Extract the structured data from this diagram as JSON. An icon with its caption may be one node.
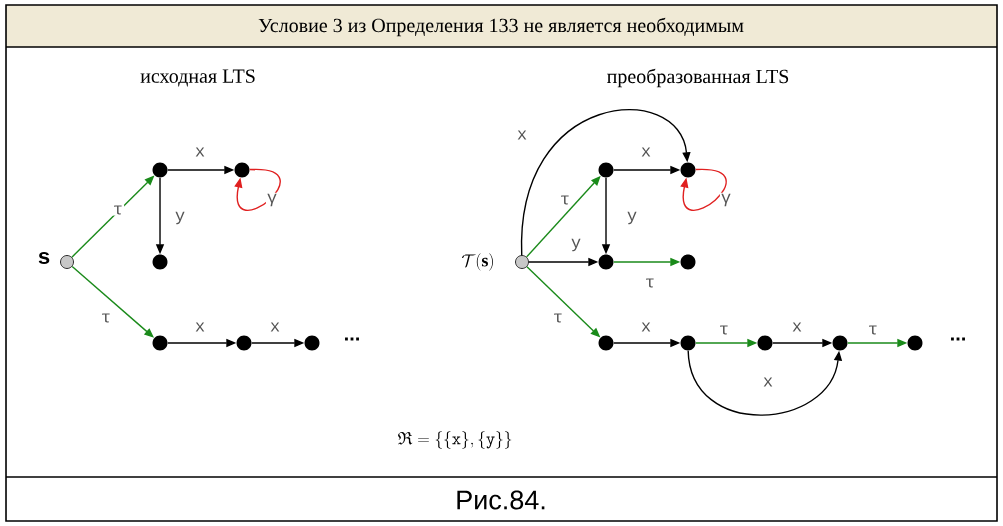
{
  "diagram": {
    "title": "Условие 3 из Определения 133 не является необходимым",
    "caption": "Рис.84.",
    "nodes": [
      {
        "text": [],
        "shape": "circle",
        "beside": [
          "s"
        ]
      },
      {
        "text": [],
        "shape": "circle"
      },
      {
        "text": [],
        "shape": "circle"
      },
      {
        "text": [],
        "shape": "circle"
      },
      {
        "text": [],
        "shape": "circle"
      },
      {
        "text": [],
        "shape": "circle"
      },
      {
        "text": [],
        "shape": "circle"
      },
      {
        "text": [],
        "shape": "circle",
        "beside": [
          "\\mathcal{T}(\\mathtt{\\mathbf{s}})"
        ]
      },
      {
        "text": [],
        "shape": "circle"
      },
      {
        "text": [],
        "shape": "circle"
      },
      {
        "text": [],
        "shape": "circle"
      },
      {
        "text": [],
        "shape": "circle"
      },
      {
        "text": [],
        "shape": "circle"
      },
      {
        "text": [],
        "shape": "circle"
      },
      {
        "text": [],
        "shape": "circle"
      },
      {
        "text": [],
        "shape": "circle"
      },
      {
        "text": [],
        "shape": "circle"
      }
    ],
    "edges": [
      {
        "from": 0,
        "to": 1,
        "arrow": "to",
        "label": "τ",
        "color": "#1a8a1a"
      },
      {
        "from": 1,
        "to": 2,
        "arrow": "to",
        "label": "x"
      },
      {
        "from": 1,
        "to": 3,
        "arrow": "to",
        "label": "y"
      },
      {
        "from": 2,
        "to": 2,
        "arrow": "to",
        "label": "γ",
        "color": "#e02020"
      },
      {
        "from": 0,
        "to": 4,
        "arrow": "to",
        "label": "τ",
        "color": "#1a8a1a"
      },
      {
        "from": 4,
        "to": 5,
        "arrow": "to",
        "label": "x"
      },
      {
        "from": 5,
        "to": 6,
        "arrow": "to",
        "label": "x"
      },
      {
        "from": 7,
        "to": 9,
        "arrow": "to",
        "label": "x"
      },
      {
        "from": 7,
        "to": 8,
        "arrow": "to",
        "label": "τ",
        "color": "#1a8a1a"
      },
      {
        "from": 8,
        "to": 9,
        "arrow": "to",
        "label": "x"
      },
      {
        "from": 8,
        "to": 10,
        "arrow": "to",
        "label": "y"
      },
      {
        "from": 9,
        "to": 9,
        "arrow": "to",
        "label": "γ",
        "color": "#e02020"
      },
      {
        "from": 7,
        "to": 10,
        "arrow": "to",
        "label": "y"
      },
      {
        "from": 10,
        "to": 11,
        "arrow": "to",
        "label": "τ",
        "color": "#1a8a1a"
      },
      {
        "from": 7,
        "to": 12,
        "arrow": "to",
        "label": "τ",
        "color": "#1a8a1a"
      },
      {
        "from": 12,
        "to": 13,
        "arrow": "to",
        "label": "x"
      },
      {
        "from": 13,
        "to": 14,
        "arrow": "to",
        "label": "τ",
        "color": "#1a8a1a"
      },
      {
        "from": 14,
        "to": 15,
        "arrow": "to",
        "label": "x"
      },
      {
        "from": 15,
        "to": 16,
        "arrow": "to",
        "label": "τ",
        "color": "#1a8a1a"
      },
      {
        "from": 13,
        "to": 15,
        "arrow": "to",
        "label": "x"
      }
    ],
    "labels": [
      "исходная LTS",
      "преобразованная LTS",
      "...",
      "...",
      "\\mathfrak{R}=\\{\\{\\mathtt{x}\\},\\{\\mathtt{y}\\}\\}"
    ]
  }
}
